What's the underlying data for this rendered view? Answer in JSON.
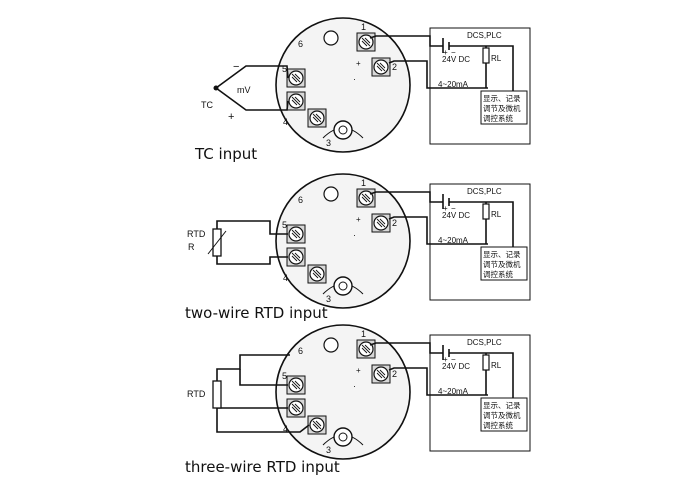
{
  "panels": [
    {
      "caption": "TC input",
      "input_labels": [
        "mV",
        "TC",
        "−",
        "+"
      ],
      "terminals": [
        "1",
        "2",
        "3",
        "4",
        "5",
        "6"
      ],
      "dcs": {
        "title": "DCS,PLC",
        "supply": "24V DC",
        "load": "RL",
        "current": "4~20mA",
        "plus": "+",
        "minus": "−",
        "display_lines": [
          "显示、记录",
          "调节及微机",
          "调控系统"
        ]
      }
    },
    {
      "caption": "two-wire RTD input",
      "input_labels": [
        "RTD",
        "R"
      ],
      "terminals": [
        "1",
        "2",
        "3",
        "4",
        "5",
        "6"
      ],
      "dcs": {
        "title": "DCS,PLC",
        "supply": "24V DC",
        "load": "RL",
        "current": "4~20mA",
        "plus": "+",
        "minus": "−",
        "display_lines": [
          "显示、记录",
          "调节及微机",
          "调控系统"
        ]
      }
    },
    {
      "caption": "three-wire RTD input",
      "input_labels": [
        "RTD"
      ],
      "terminals": [
        "1",
        "2",
        "3",
        "4",
        "5",
        "6"
      ],
      "dcs": {
        "title": "DCS,PLC",
        "supply": "24V DC",
        "load": "RL",
        "current": "4~20mA",
        "plus": "+",
        "minus": "−",
        "display_lines": [
          "显示、记录",
          "调节及微机",
          "调控系统"
        ]
      }
    }
  ]
}
